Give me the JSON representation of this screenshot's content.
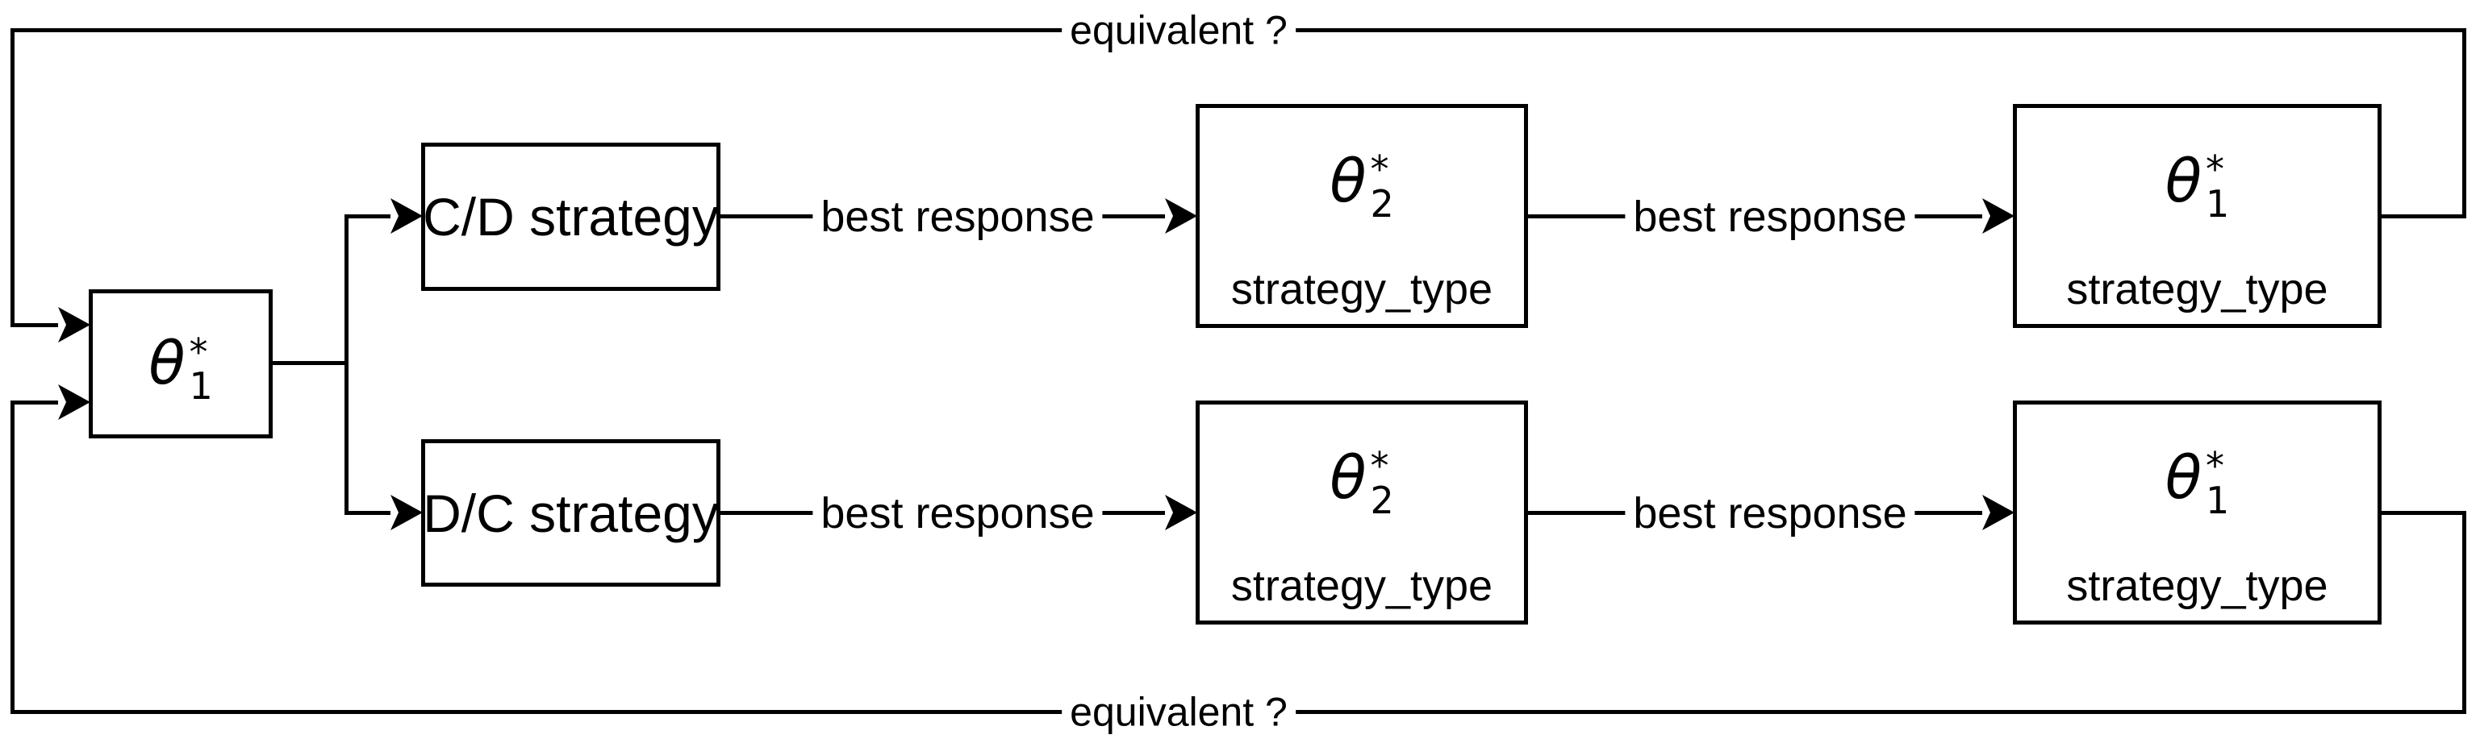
{
  "diagram": {
    "colors": {
      "background": "#ffffff",
      "line": "#000000",
      "text": "#000000"
    },
    "nodes": {
      "theta1_source": {
        "symbol": "θ",
        "sup": "*",
        "sub": "1"
      },
      "cd_strategy": {
        "label": "C/D strategy"
      },
      "dc_strategy": {
        "label": "D/C strategy"
      },
      "theta2_after_cd": {
        "symbol": "θ",
        "sup": "*",
        "sub": "2",
        "sublabel": "strategy_type"
      },
      "theta1_after_cd": {
        "symbol": "θ",
        "sup": "*",
        "sub": "1",
        "sublabel": "strategy_type"
      },
      "theta2_after_dc": {
        "symbol": "θ",
        "sup": "*",
        "sub": "2",
        "sublabel": "strategy_type"
      },
      "theta1_after_dc": {
        "symbol": "θ",
        "sup": "*",
        "sub": "1",
        "sublabel": "strategy_type"
      }
    },
    "edge_labels": {
      "cd_best_response_1": "best response",
      "cd_best_response_2": "best response",
      "dc_best_response_1": "best response",
      "dc_best_response_2": "best response",
      "equivalent_top": "equivalent ?",
      "equivalent_bottom": "equivalent ?"
    }
  }
}
